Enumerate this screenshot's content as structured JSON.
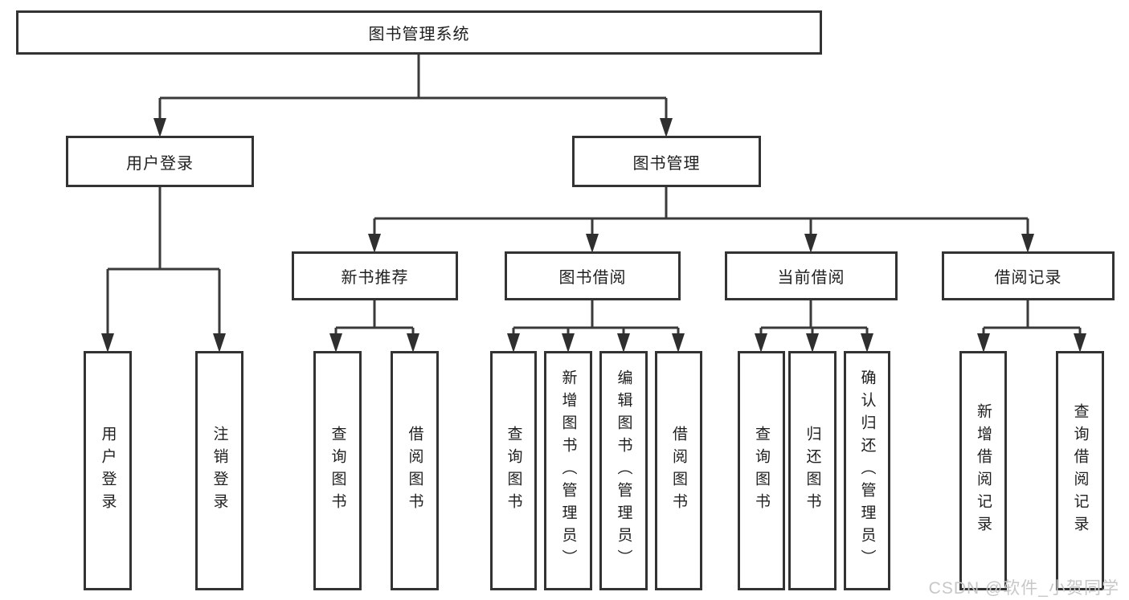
{
  "diagram": {
    "root": {
      "label": "图书管理系统"
    },
    "branches": [
      {
        "label": "用户登录",
        "children": [
          {
            "label": "用户登录"
          },
          {
            "label": "注销登录"
          }
        ]
      },
      {
        "label": "图书管理",
        "children": [
          {
            "label": "新书推荐",
            "children": [
              {
                "label": "查询图书"
              },
              {
                "label": "借阅图书"
              }
            ]
          },
          {
            "label": "图书借阅",
            "children": [
              {
                "label": "查询图书"
              },
              {
                "label": "新增图书（管理员）"
              },
              {
                "label": "编辑图书（管理员）"
              },
              {
                "label": "借阅图书"
              }
            ]
          },
          {
            "label": "当前借阅",
            "children": [
              {
                "label": "查询图书"
              },
              {
                "label": "归还图书"
              },
              {
                "label": "确认归还（管理员）"
              }
            ]
          },
          {
            "label": "借阅记录",
            "children": [
              {
                "label": "新增借阅记录"
              },
              {
                "label": "查询借阅记录"
              }
            ]
          }
        ]
      }
    ]
  },
  "watermark": {
    "text": "CSDN @软件_小贺同学"
  },
  "colors": {
    "line": "#3a3a3a",
    "box_border": "#333333",
    "text": "#1f1f1f",
    "watermark": "#c7c7c7",
    "background": "#ffffff"
  }
}
